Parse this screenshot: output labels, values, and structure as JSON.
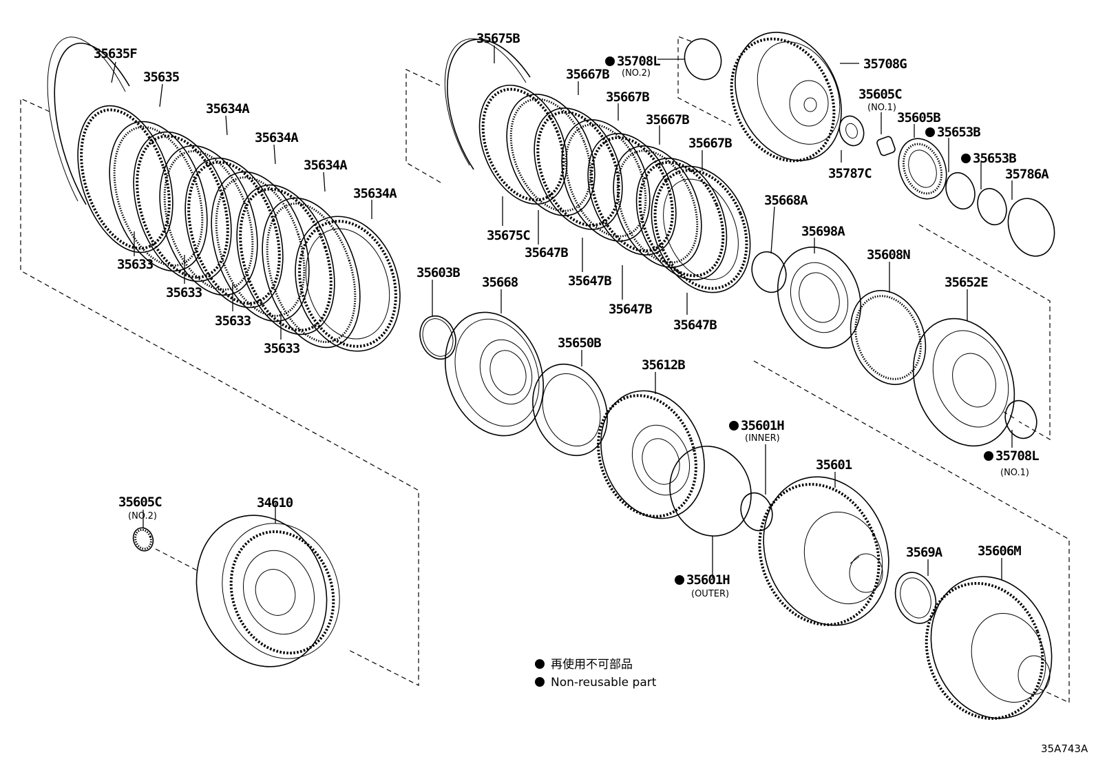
{
  "parts": [
    {
      "id": "p1",
      "code": "35635F",
      "note": ""
    },
    {
      "id": "p2",
      "code": "35635",
      "note": ""
    },
    {
      "id": "p3",
      "code": "35634A",
      "note": ""
    },
    {
      "id": "p4",
      "code": "35634A",
      "note": ""
    },
    {
      "id": "p5",
      "code": "35634A",
      "note": ""
    },
    {
      "id": "p6",
      "code": "35634A",
      "note": ""
    },
    {
      "id": "p7",
      "code": "35633",
      "note": ""
    },
    {
      "id": "p8",
      "code": "35633",
      "note": ""
    },
    {
      "id": "p9",
      "code": "35633",
      "note": ""
    },
    {
      "id": "p10",
      "code": "35633",
      "note": ""
    },
    {
      "id": "p11",
      "code": "35675B",
      "note": ""
    },
    {
      "id": "p12",
      "code": "35667B",
      "note": ""
    },
    {
      "id": "p13",
      "code": "35667B",
      "note": ""
    },
    {
      "id": "p14",
      "code": "35667B",
      "note": ""
    },
    {
      "id": "p15",
      "code": "35667B",
      "note": ""
    },
    {
      "id": "p16",
      "code": "35675C",
      "note": ""
    },
    {
      "id": "p17",
      "code": "35647B",
      "note": ""
    },
    {
      "id": "p18",
      "code": "35647B",
      "note": ""
    },
    {
      "id": "p19",
      "code": "35647B",
      "note": ""
    },
    {
      "id": "p20",
      "code": "35647B",
      "note": ""
    },
    {
      "id": "p21",
      "code": "35708L",
      "note": "(NO.2)",
      "nonreusable": true
    },
    {
      "id": "p22",
      "code": "35708G",
      "note": ""
    },
    {
      "id": "p23",
      "code": "35605C",
      "note": "(NO.1)"
    },
    {
      "id": "p24",
      "code": "35605B",
      "note": ""
    },
    {
      "id": "p25",
      "code": "35653B",
      "note": "",
      "nonreusable": true
    },
    {
      "id": "p26",
      "code": "35653B",
      "note": "",
      "nonreusable": true
    },
    {
      "id": "p27",
      "code": "35786A",
      "note": ""
    },
    {
      "id": "p28",
      "code": "35787C",
      "note": ""
    },
    {
      "id": "p29",
      "code": "35668A",
      "note": ""
    },
    {
      "id": "p30",
      "code": "35698A",
      "note": ""
    },
    {
      "id": "p31",
      "code": "35608N",
      "note": ""
    },
    {
      "id": "p32",
      "code": "35652E",
      "note": ""
    },
    {
      "id": "p33",
      "code": "35708L",
      "note": "(NO.1)",
      "nonreusable": true
    },
    {
      "id": "p34",
      "code": "35603B",
      "note": ""
    },
    {
      "id": "p35",
      "code": "35668",
      "note": ""
    },
    {
      "id": "p36",
      "code": "35650B",
      "note": ""
    },
    {
      "id": "p37",
      "code": "35612B",
      "note": ""
    },
    {
      "id": "p38",
      "code": "35601H",
      "note": "(INNER)",
      "nonreusable": true
    },
    {
      "id": "p39",
      "code": "35601H",
      "note": "(OUTER)",
      "nonreusable": true
    },
    {
      "id": "p40",
      "code": "35601",
      "note": ""
    },
    {
      "id": "p41",
      "code": "3569A",
      "note": ""
    },
    {
      "id": "p42",
      "code": "35606M",
      "note": ""
    },
    {
      "id": "p43",
      "code": "35605C",
      "note": "(NO.2)"
    },
    {
      "id": "p44",
      "code": "34610",
      "note": ""
    }
  ],
  "legend": {
    "japanese": "再使用不可部品",
    "english": "Non-reusable part"
  },
  "diagram_code": "35A743A"
}
